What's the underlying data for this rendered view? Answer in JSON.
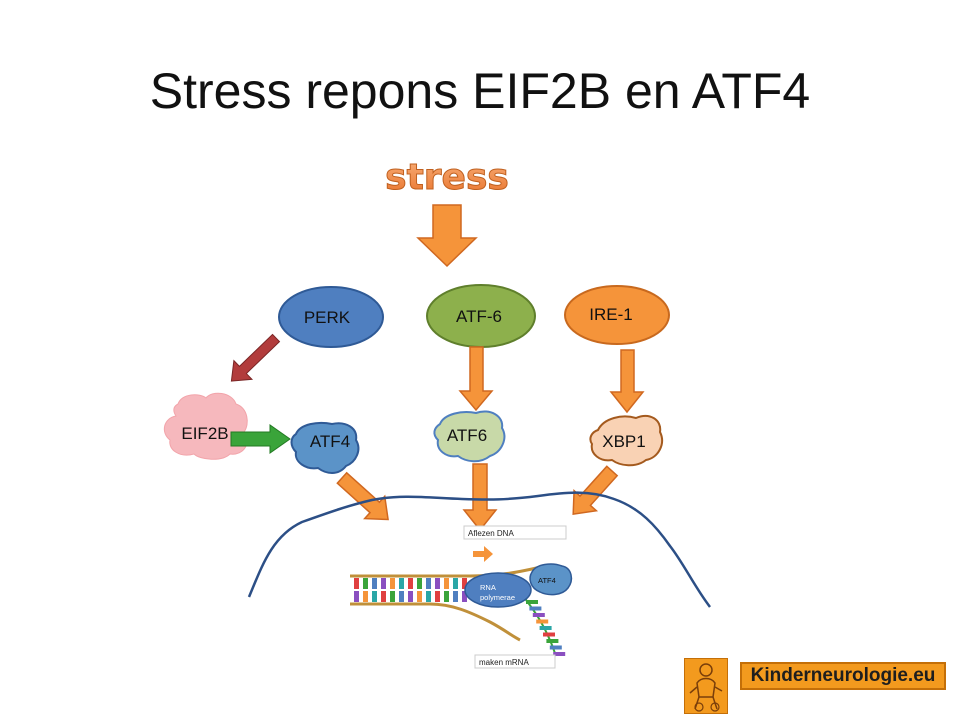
{
  "slide": {
    "title": "Stress repons EIF2B en ATF4"
  },
  "diagram": {
    "trigger": "stress",
    "sensors": {
      "perk": "PERK",
      "atf6_sensor": "ATF-6",
      "ire1": "IRE-1"
    },
    "factors": {
      "eif2b": "EIF2B",
      "atf4": "ATF4",
      "atf6": "ATF6",
      "xbp1": "XBP1"
    },
    "transcription": {
      "read_dna": "Aflezen DNA",
      "rna_polymerase_line1": "RNA",
      "rna_polymerase_line2": "polymerae",
      "atf4_small": "ATF4",
      "make_mrna": "maken mRNA"
    },
    "colors": {
      "orange": "#f5943a",
      "blue": "#4f7fc0",
      "green": "#8db04c",
      "pink": "#f6b8bd",
      "dark_red": "#b23c3c",
      "arrow_green": "#3aa43a",
      "membrane": "#2c4f86"
    }
  },
  "logo": {
    "text": "Kinderneurologie.eu"
  }
}
